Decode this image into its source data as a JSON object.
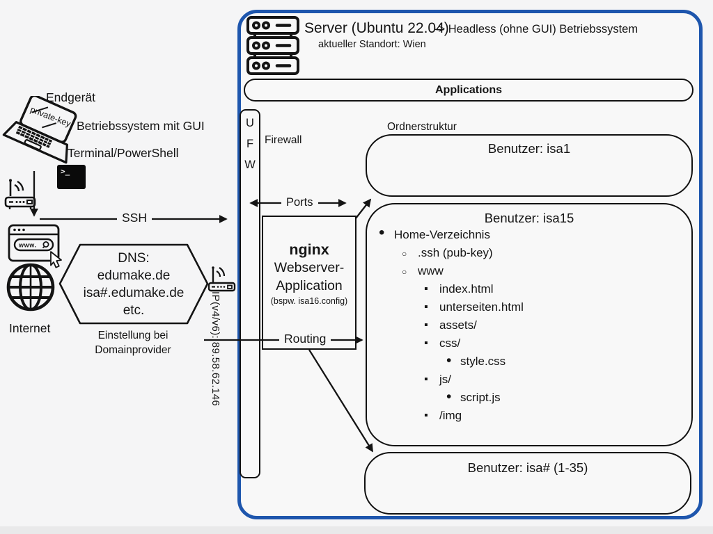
{
  "colors": {
    "accent_blue": "#1e56ad",
    "ink": "#141414",
    "background": "#f5f5f6"
  },
  "client": {
    "device_label": "Endgerät",
    "private_key_label": "private-key",
    "os_label": "Betriebssystem mit GUI",
    "terminal_label": "Terminal/PowerShell",
    "terminal_prompt": ">_",
    "ssh_label": "SSH",
    "browser_url": "www.",
    "internet_label": "Internet",
    "dns_line1": "DNS:",
    "dns_line2": "edumake.de",
    "dns_line3": "isa#.edumake.de",
    "dns_line4": "etc.",
    "dns_caption_line1": "Einstellung bei",
    "dns_caption_line2": "Domainprovider",
    "ip_label": "IP(v4/v6): 89.58.62.146"
  },
  "server": {
    "title": "Server (Ubuntu 22.04)",
    "headless_note": "-> Headless (ohne GUI) Betriebssystem",
    "location": "aktueller Standort: Wien",
    "applications_label": "Applications",
    "ufw_letter1": "U",
    "ufw_letter2": "F",
    "ufw_letter3": "W",
    "firewall_label": "Firewall",
    "ports_label": "Ports",
    "routing_label": "Routing",
    "nginx_name": "nginx",
    "nginx_line2": "Webserver-",
    "nginx_line3": "Application",
    "nginx_note": "(bspw. isa16.config)",
    "folders_label": "Ordnerstruktur",
    "user1_title": "Benutzer: isa1",
    "user15_title": "Benutzer: isa15",
    "user_range_title": "Benutzer: isa# (1-35)",
    "tree": [
      "Home-Verzeichnis",
      ".ssh (pub-key)",
      "www",
      "index.html",
      "unterseiten.html",
      "assets/",
      "css/",
      "style.css",
      "js/",
      "script.js",
      "/img"
    ]
  }
}
